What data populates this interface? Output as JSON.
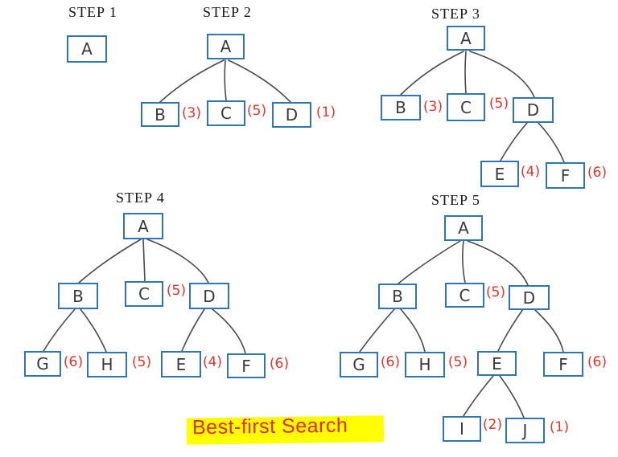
{
  "colors": {
    "box_border": "#2e75b6",
    "node_letter": "#3a3a3a",
    "value_red": "#e5332a",
    "edge_gray": "#4a4a4a",
    "highlight_yellow": "#ffff00",
    "caption_red": "#e8251f",
    "step_label_black": "#161616"
  },
  "caption": {
    "text": "Best-first Search"
  },
  "steps": [
    {
      "label": "STEP 1",
      "nodes": [
        {
          "id": "A",
          "label": "A"
        }
      ],
      "edges": []
    },
    {
      "label": "STEP 2",
      "nodes": [
        {
          "id": "A",
          "label": "A"
        },
        {
          "id": "B",
          "label": "B",
          "value": "(3)"
        },
        {
          "id": "C",
          "label": "C",
          "value": "(5)"
        },
        {
          "id": "D",
          "label": "D",
          "value": "(1)"
        }
      ],
      "edges": [
        [
          "A",
          "B"
        ],
        [
          "A",
          "C"
        ],
        [
          "A",
          "D"
        ]
      ]
    },
    {
      "label": "STEP 3",
      "nodes": [
        {
          "id": "A",
          "label": "A"
        },
        {
          "id": "B",
          "label": "B",
          "value": "(3)"
        },
        {
          "id": "C",
          "label": "C",
          "value": "(5)"
        },
        {
          "id": "D",
          "label": "D"
        },
        {
          "id": "E",
          "label": "E",
          "value": "(4)"
        },
        {
          "id": "F",
          "label": "F",
          "value": "(6)"
        }
      ],
      "edges": [
        [
          "A",
          "B"
        ],
        [
          "A",
          "C"
        ],
        [
          "A",
          "D"
        ],
        [
          "D",
          "E"
        ],
        [
          "D",
          "F"
        ]
      ]
    },
    {
      "label": "STEP 4",
      "nodes": [
        {
          "id": "A",
          "label": "A"
        },
        {
          "id": "B",
          "label": "B"
        },
        {
          "id": "C",
          "label": "C",
          "value": "(5)"
        },
        {
          "id": "D",
          "label": "D"
        },
        {
          "id": "G",
          "label": "G",
          "value": "(6)"
        },
        {
          "id": "H",
          "label": "H",
          "value": "(5)"
        },
        {
          "id": "E",
          "label": "E",
          "value": "(4)"
        },
        {
          "id": "F",
          "label": "F",
          "value": "(6)"
        }
      ],
      "edges": [
        [
          "A",
          "B"
        ],
        [
          "A",
          "C"
        ],
        [
          "A",
          "D"
        ],
        [
          "B",
          "G"
        ],
        [
          "B",
          "H"
        ],
        [
          "D",
          "E"
        ],
        [
          "D",
          "F"
        ]
      ]
    },
    {
      "label": "STEP 5",
      "nodes": [
        {
          "id": "A",
          "label": "A"
        },
        {
          "id": "B",
          "label": "B"
        },
        {
          "id": "C",
          "label": "C",
          "value": "(5)"
        },
        {
          "id": "D",
          "label": "D"
        },
        {
          "id": "G",
          "label": "G",
          "value": "(6)"
        },
        {
          "id": "H",
          "label": "H",
          "value": "(5)"
        },
        {
          "id": "E",
          "label": "E"
        },
        {
          "id": "F",
          "label": "F",
          "value": "(6)"
        },
        {
          "id": "I",
          "label": "I",
          "value": "(2)"
        },
        {
          "id": "J",
          "label": "J",
          "value": "(1)"
        }
      ],
      "edges": [
        [
          "A",
          "B"
        ],
        [
          "A",
          "C"
        ],
        [
          "A",
          "D"
        ],
        [
          "B",
          "G"
        ],
        [
          "B",
          "H"
        ],
        [
          "D",
          "E"
        ],
        [
          "D",
          "F"
        ],
        [
          "E",
          "I"
        ],
        [
          "E",
          "J"
        ]
      ]
    }
  ]
}
